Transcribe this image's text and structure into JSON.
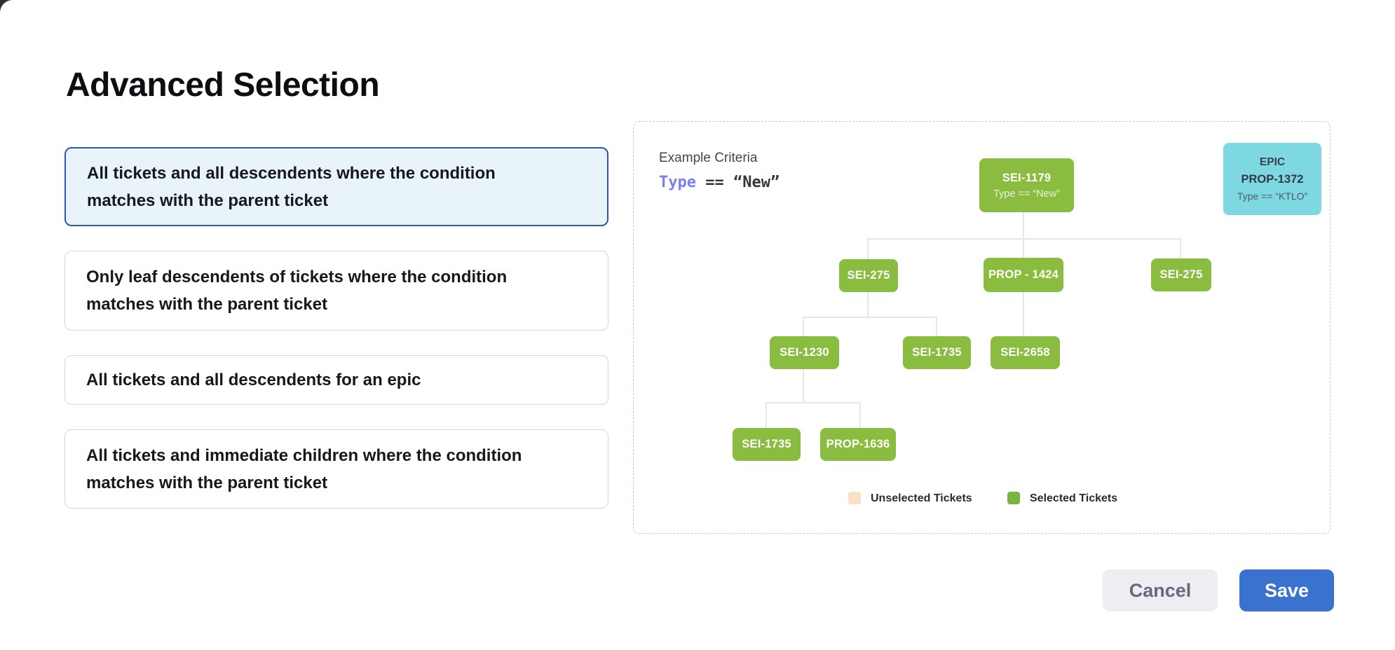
{
  "page": {
    "title": "Advanced Selection"
  },
  "options": [
    {
      "label": "All tickets and all descendents where the condition matches with the parent ticket",
      "selected": true
    },
    {
      "label": "Only leaf descendents of tickets where the condition matches with the parent ticket",
      "selected": false
    },
    {
      "label": "All tickets and all descendents for an epic",
      "selected": false
    },
    {
      "label": "All tickets and immediate children where the condition matches with the parent ticket",
      "selected": false
    }
  ],
  "example": {
    "heading": "Example Criteria",
    "criteria": {
      "field": "Type",
      "operator": "==",
      "value": "“New”"
    },
    "epic_card": {
      "type_label": "EPIC",
      "id": "PROP-1372",
      "condition": "Type == “KTLO”"
    },
    "tree": {
      "root": {
        "id": "SEI-1179",
        "condition": "Type == “New”"
      },
      "level2": [
        "SEI-275",
        "PROP - 1424",
        "SEI-275"
      ],
      "level3": [
        "SEI-1230",
        "SEI-1735",
        "SEI-2658"
      ],
      "level4": [
        "SEI-1735",
        "PROP-1636"
      ]
    },
    "legend": [
      {
        "label": "Unselected Tickets",
        "color": "#F8DFC6"
      },
      {
        "label": "Selected Tickets",
        "color": "#79B43C"
      }
    ]
  },
  "actions": {
    "cancel": "Cancel",
    "save": "Save"
  },
  "colors": {
    "accent_blue": "#3A72D0",
    "selected_border": "#2D57A8",
    "selected_bg": "#E9F3FA",
    "node_green": "#8ABC3F",
    "epic_cyan": "#7ED8E1",
    "unselected_peach": "#F8DFC6"
  }
}
